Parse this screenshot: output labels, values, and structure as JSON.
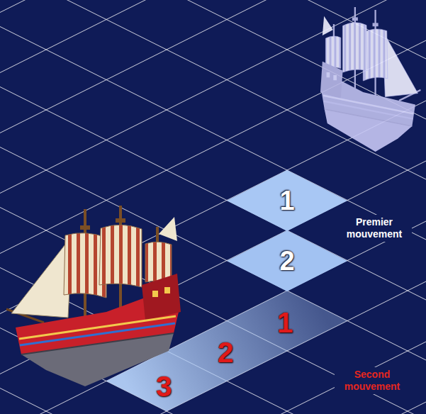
{
  "diagram": {
    "nodes": [
      {
        "text": [
          "1"
        ]
      },
      {
        "text": [
          "2"
        ]
      }
    ],
    "labels": [
      "Premier mouvement",
      "1",
      "2",
      "3",
      "Second mouvement"
    ]
  }
}
